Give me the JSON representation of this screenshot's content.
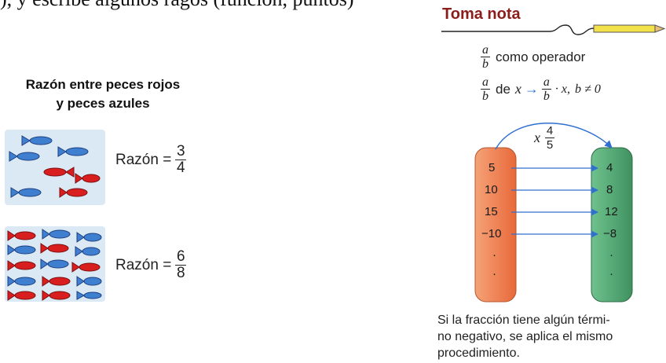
{
  "top_line": "), y escribe algunos ragos (función, puntos)",
  "left": {
    "title_line1": "Razón entre peces rojos",
    "title_line2": "y peces azules",
    "ratios": [
      {
        "label": "Razón =",
        "num": "3",
        "den": "4"
      },
      {
        "label": "Razón =",
        "num": "6",
        "den": "8"
      }
    ]
  },
  "right": {
    "note_title": "Toma nota",
    "operator_frac": {
      "num": "a",
      "den": "b"
    },
    "operator_text": "como operador",
    "definition": {
      "lhs_num": "a",
      "lhs_den": "b",
      "de": "de",
      "x": "x",
      "arrow": "→",
      "rhs_num": "a",
      "rhs_den": "b",
      "dot_x": "· x,",
      "condition": "b ≠ 0"
    },
    "mapping_label": {
      "times": "x",
      "num": "4",
      "den": "5"
    },
    "left_values": [
      "5",
      "10",
      "15",
      "−10",
      "·",
      "·"
    ],
    "right_values": [
      "4",
      "8",
      "12",
      "−8",
      "·",
      "·"
    ],
    "footer_lines": [
      "Si la fracción tiene algún térmi-",
      "no negativo, se aplica el mismo",
      "procedimiento."
    ]
  },
  "colors": {
    "red_fish": "#d81e1e",
    "blue_fish": "#3f7fd0",
    "left_pill": "#f08a5a",
    "right_pill": "#58b07a",
    "arrow": "#2f6fd0",
    "note_title": "#8b1e1a"
  }
}
